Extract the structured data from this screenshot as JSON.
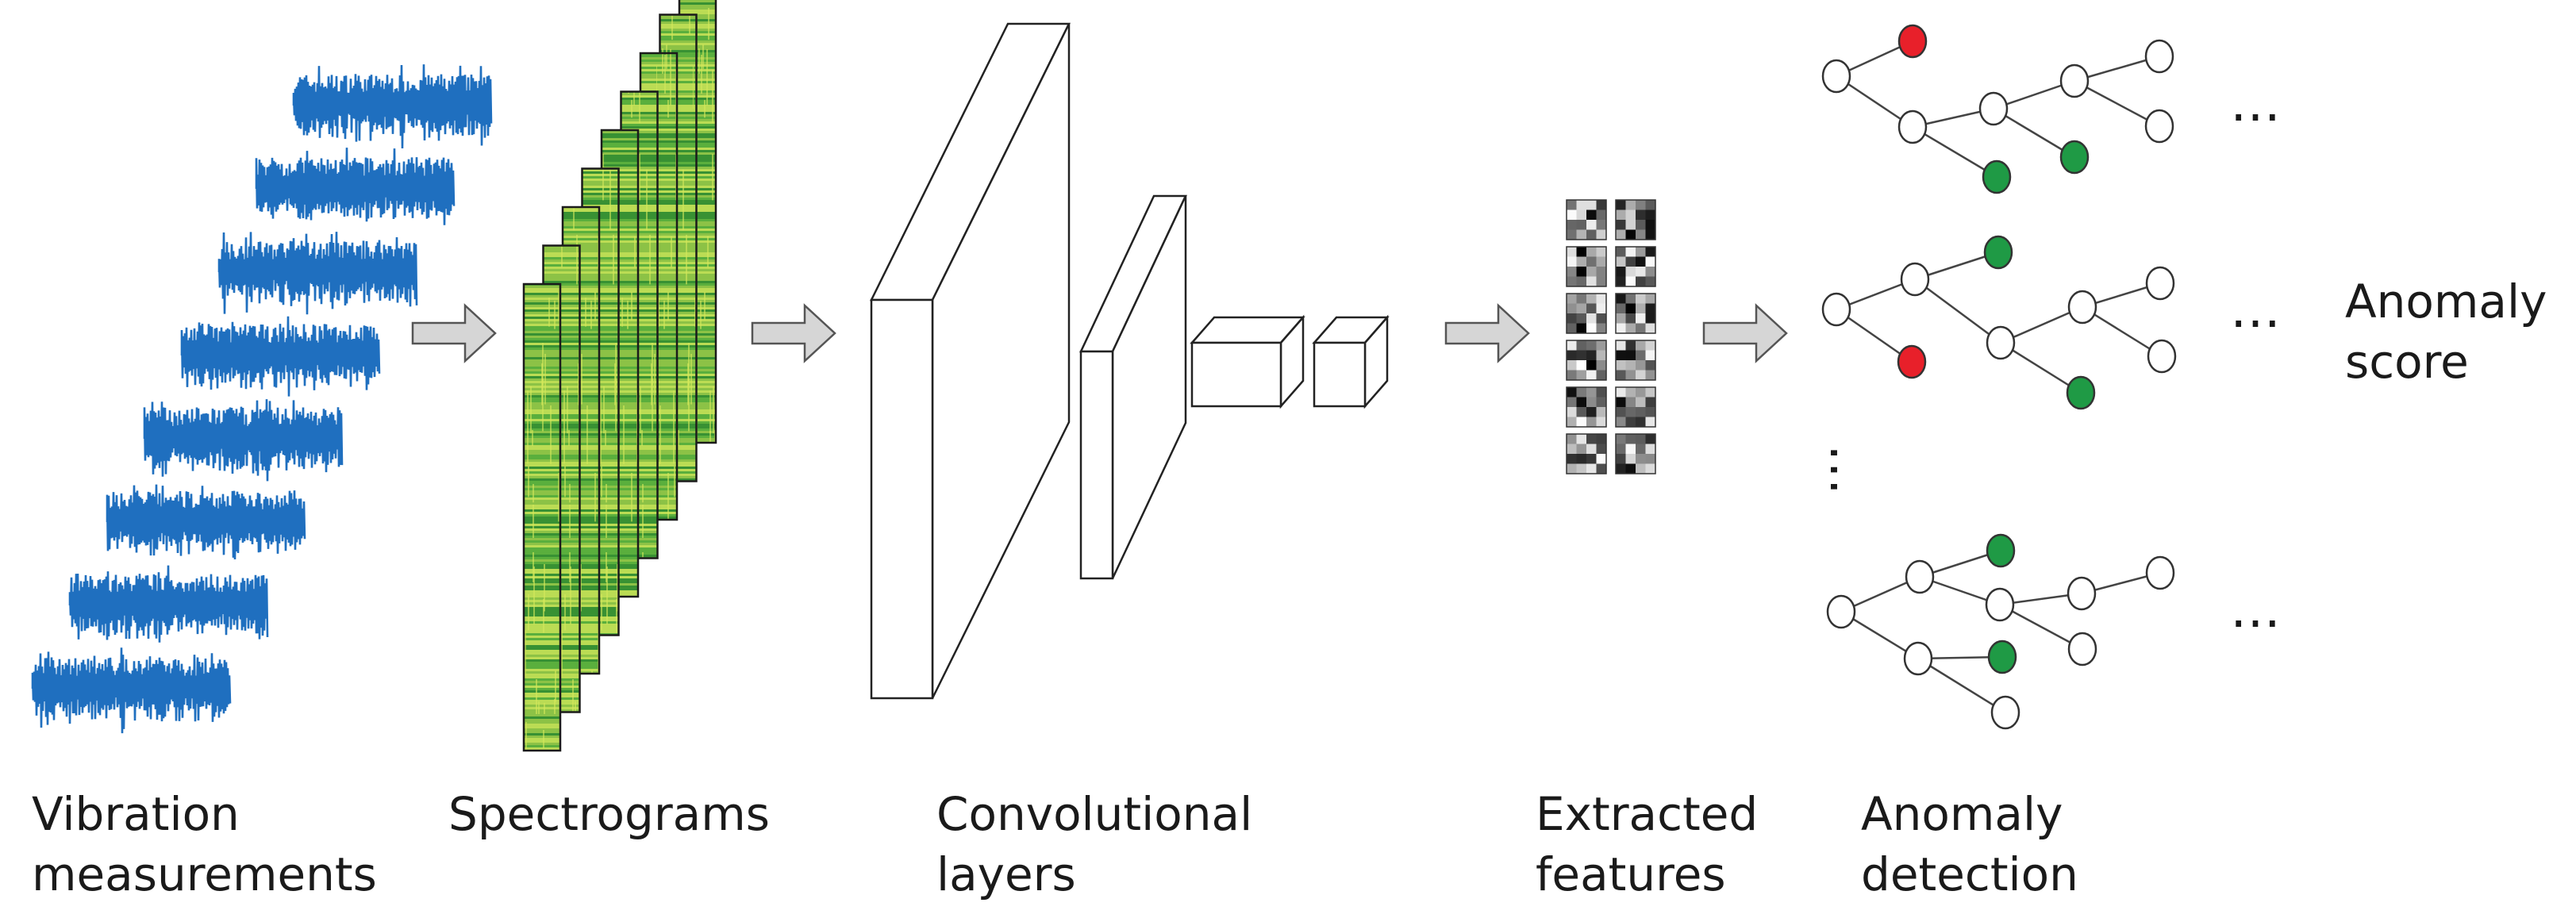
{
  "labels": {
    "vibration": {
      "line1": "Vibration",
      "line2": "measurements"
    },
    "spectrograms": {
      "line1": "Spectrograms"
    },
    "conv": {
      "line1": "Convolutional",
      "line2": "layers"
    },
    "features": {
      "line1": "Extracted",
      "line2": "features"
    },
    "detection": {
      "line1": "Anomaly",
      "line2": "detection"
    },
    "score": {
      "line1": "Anomaly",
      "line2": "score"
    }
  },
  "ellipsis": "…",
  "colors": {
    "signal": "#1f6fbf",
    "spectrogram_low": "#2f9a32",
    "spectrogram_high": "#d4e85a",
    "arrow_fill": "#d6d6d6",
    "node_anomaly": "#e8202a",
    "node_normal": "#1f9a45",
    "node_plain": "#ffffff",
    "stroke": "#333333"
  },
  "trees": [
    {
      "name": "tree-1",
      "anomaly_nodes": 1,
      "normal_nodes": 2
    },
    {
      "name": "tree-2",
      "anomaly_nodes": 1,
      "normal_nodes": 2
    },
    {
      "name": "tree-n",
      "anomaly_nodes": 0,
      "normal_nodes": 2
    }
  ]
}
